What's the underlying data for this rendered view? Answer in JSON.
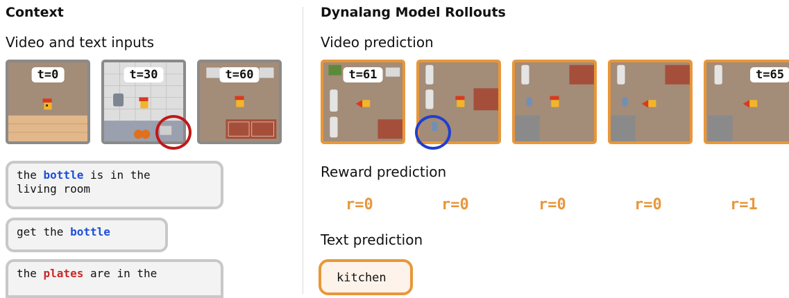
{
  "context": {
    "heading": "Context",
    "inputs_label": "Video and text inputs",
    "frames": [
      {
        "label": "t=0"
      },
      {
        "label": "t=30"
      },
      {
        "label": "t=60"
      }
    ],
    "texts": [
      {
        "pre": "the ",
        "kw": "bottle",
        "post": " is in the",
        "line2": "living room"
      },
      {
        "pre": "get the ",
        "kw": "bottle",
        "post": ""
      },
      {
        "pre": "the ",
        "kw": "plates",
        "post": " are in the"
      }
    ]
  },
  "rollouts": {
    "heading": "Dynalang Model Rollouts",
    "video_label": "Video prediction",
    "frames": [
      {
        "label": "t=61"
      },
      {
        "label": ""
      },
      {
        "label": ""
      },
      {
        "label": ""
      },
      {
        "label": "t=65"
      }
    ],
    "reward_label": "Reward prediction",
    "rewards": [
      "r=0",
      "r=0",
      "r=0",
      "r=0",
      "r=1"
    ],
    "text_label": "Text prediction",
    "text_prediction": "kitchen"
  },
  "colors": {
    "prediction_accent": "#e8973a",
    "keyword_blue": "#1e4fd8",
    "keyword_red": "#c92a2a",
    "highlight_red_circle": "#c01818",
    "highlight_blue_circle": "#1f3fd0"
  }
}
